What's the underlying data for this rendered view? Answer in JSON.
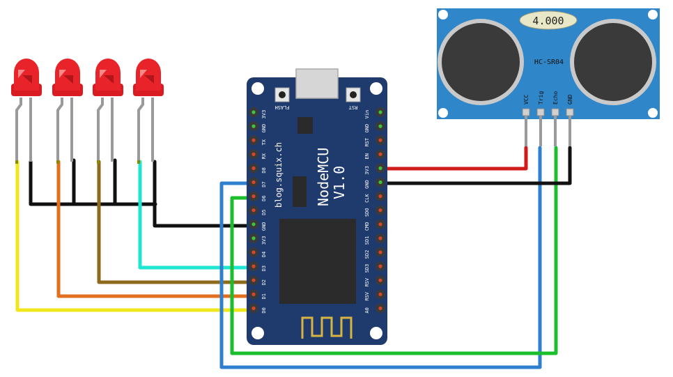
{
  "board": {
    "brand": "NodeMCU",
    "version": "V1.0",
    "website": "blog.squix.ch",
    "btn_flash": "FLASH",
    "btn_rst": "RST",
    "left_pins": [
      "3V3",
      "GND",
      "TX",
      "RX",
      "D8",
      "D7",
      "D6",
      "D5",
      "GND",
      "3V3",
      "D4",
      "D3",
      "D2",
      "D1",
      "D0"
    ],
    "right_pins": [
      "Vin",
      "GND",
      "RST",
      "EN",
      "3V3",
      "GND",
      "CLK",
      "SDO",
      "CMD",
      "SD1",
      "SD2",
      "SD3",
      "RSV",
      "RSV",
      "A0"
    ]
  },
  "sensor": {
    "model": "HC-SR04",
    "display": "4.000",
    "pins": [
      "VCC",
      "Trig",
      "Echo",
      "GND"
    ]
  },
  "colors": {
    "board": "#1f3b6e",
    "sensor": "#2f86c8",
    "led": "#e8242a",
    "wire_black": "#111111",
    "wire_red": "#d11a1a",
    "wire_blue": "#2f7fcf",
    "wire_green": "#1bbf2e",
    "wire_yellow": "#f0e61e",
    "wire_orange": "#e06f1f",
    "wire_olive": "#8e6a1d",
    "wire_cyan": "#1ee6d2"
  }
}
